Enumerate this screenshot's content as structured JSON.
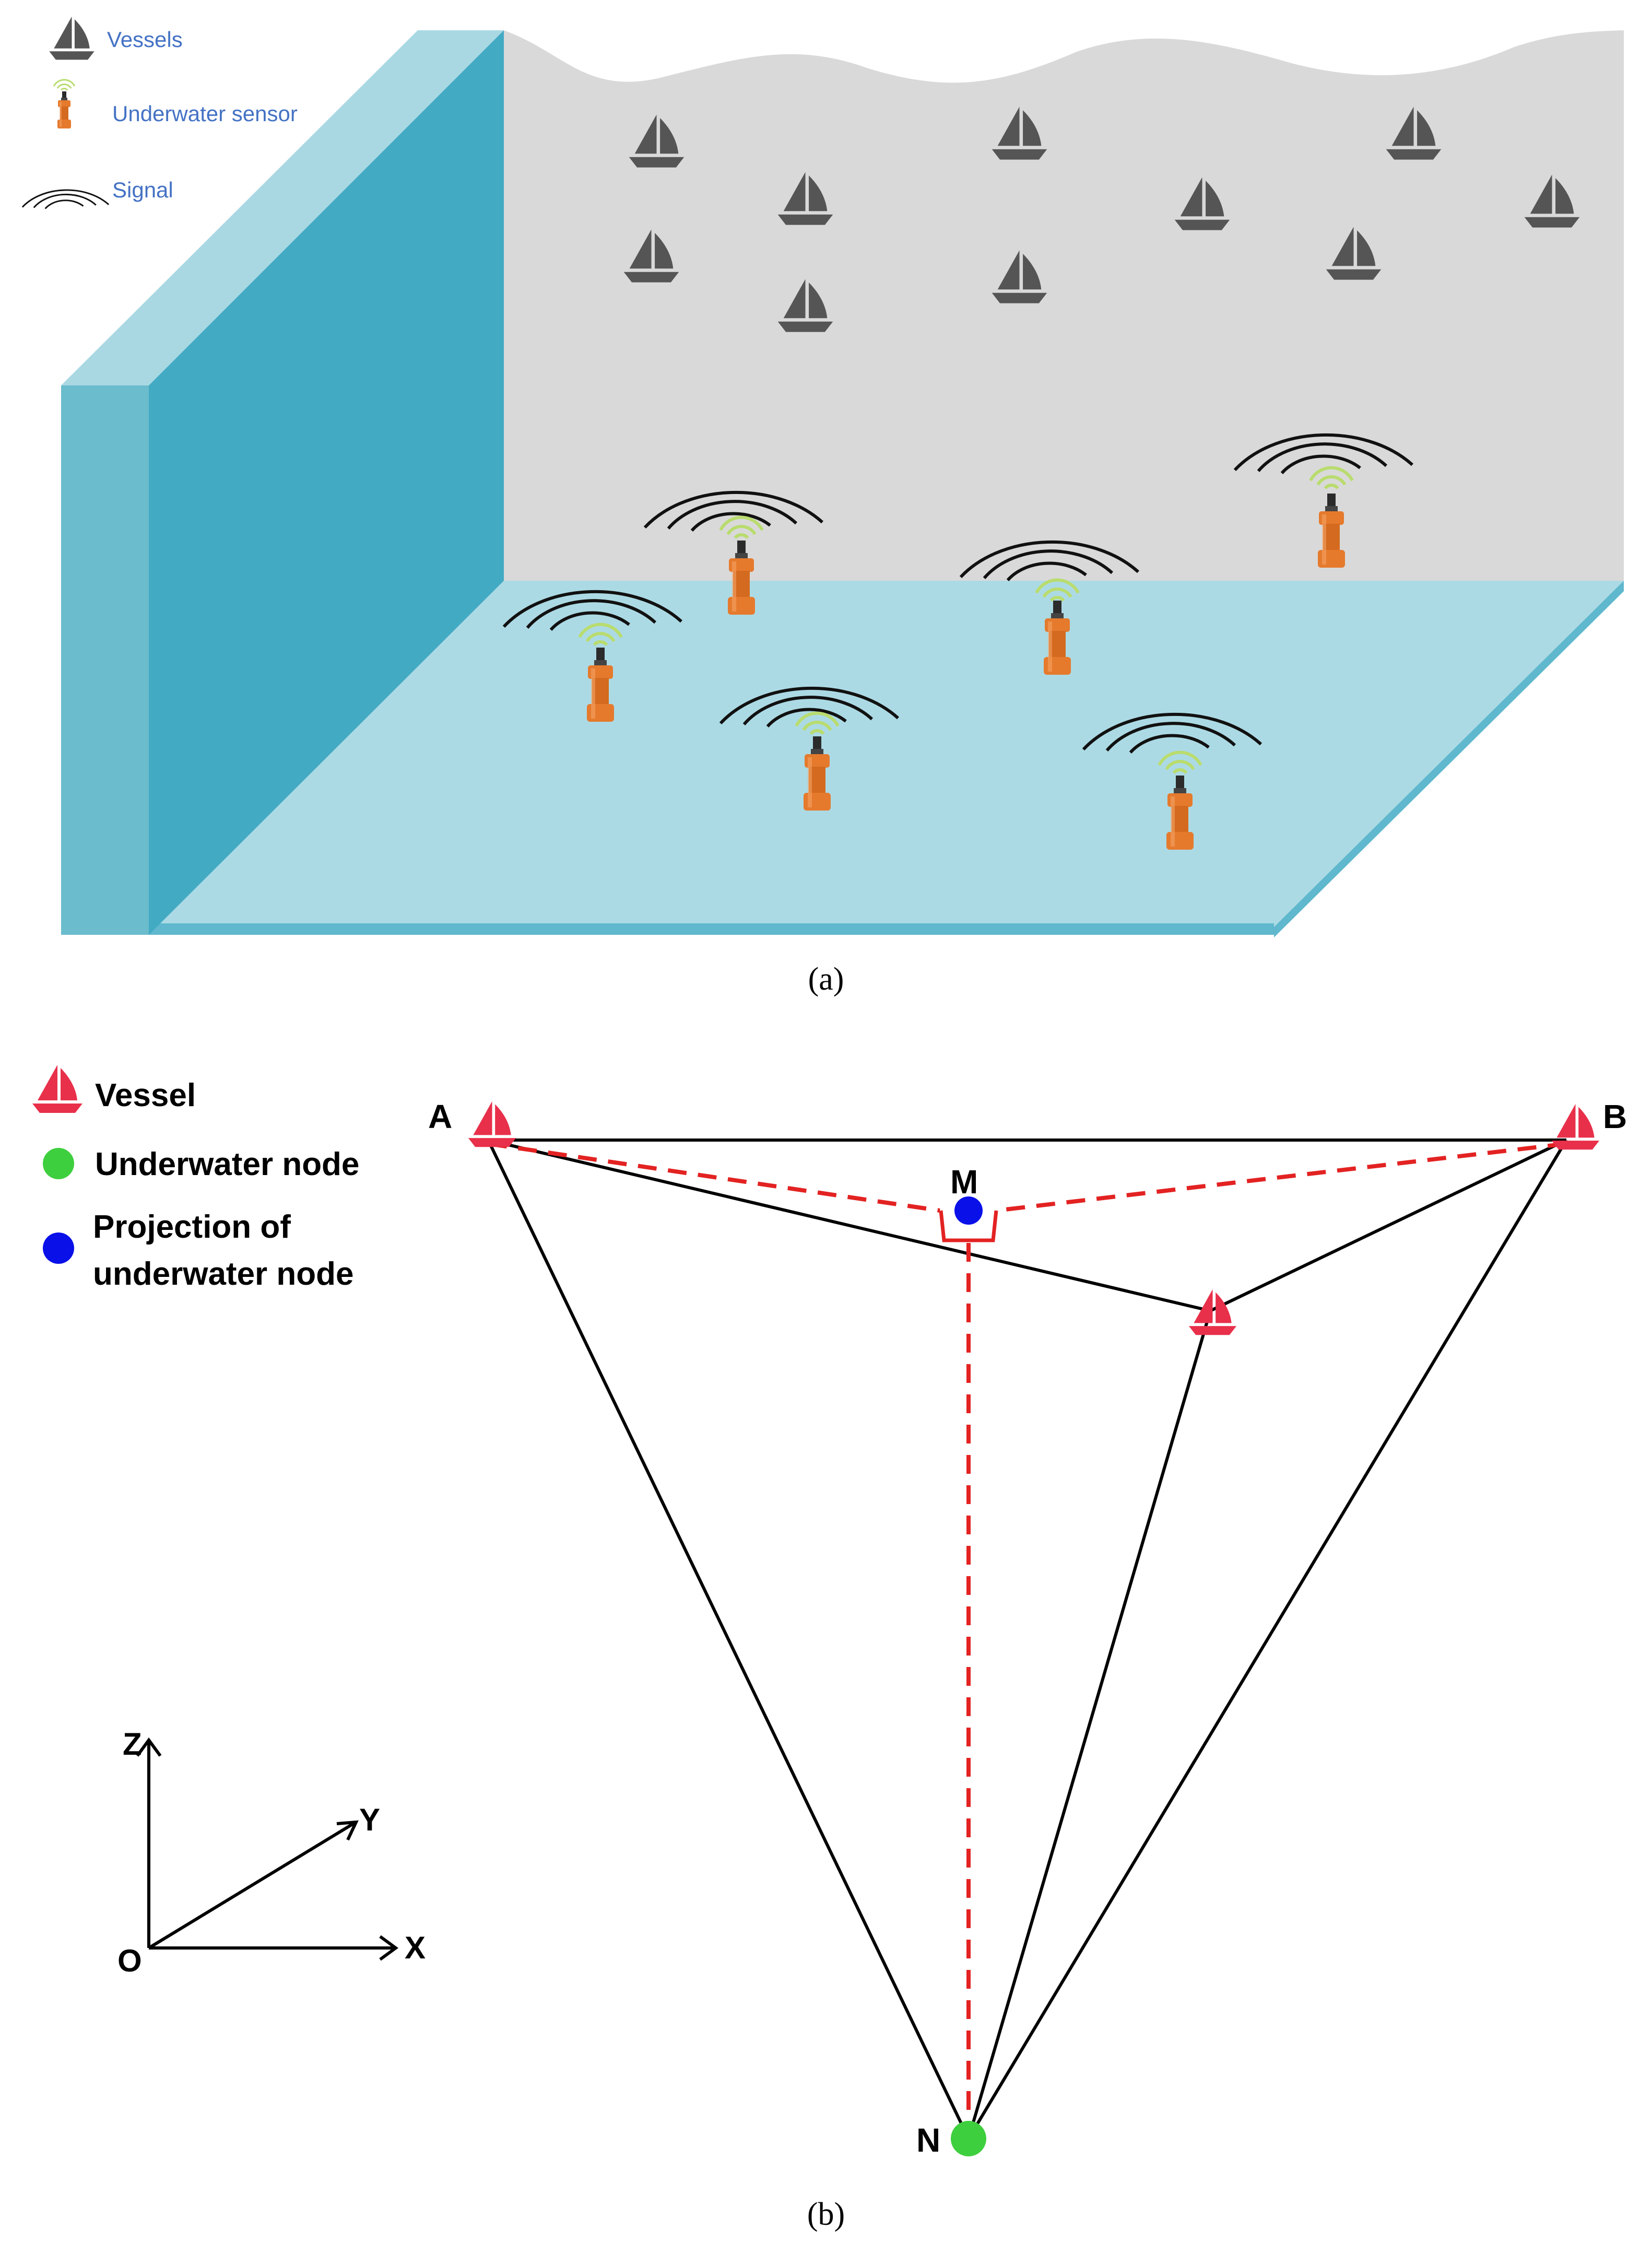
{
  "figure_a": {
    "legend": {
      "vessels": "Vessels",
      "underwater_sensor": "Underwater sensor",
      "signal": "Signal"
    },
    "caption": "(a)",
    "colors": {
      "wall_light": "#a9d8e3",
      "wall_mid": "#6bbccc",
      "wall_dark": "#43aac4",
      "floor": "#acdae4",
      "floor_edge": "#5fb8cd",
      "back_wall": "#d9d9d9",
      "vessel": "#555555",
      "sensor": "#e57a2d",
      "signal_inner": "#b9dc6e",
      "legend_text": "#4472c4"
    }
  },
  "figure_b": {
    "legend": {
      "vessel": "Vessel",
      "underwater_node": "Underwater node",
      "projection_line1": "Projection of",
      "projection_line2": "underwater node"
    },
    "points": {
      "A": "A",
      "B": "B",
      "M": "M",
      "N": "N"
    },
    "axes": {
      "origin": "O",
      "x": "X",
      "y": "Y",
      "z": "Z"
    },
    "caption": "(b)",
    "colors": {
      "vessel": "#e8304a",
      "node": "#3ecf3e",
      "projection": "#0a10e8",
      "dashed": "#e32222",
      "line": "#000000"
    }
  }
}
